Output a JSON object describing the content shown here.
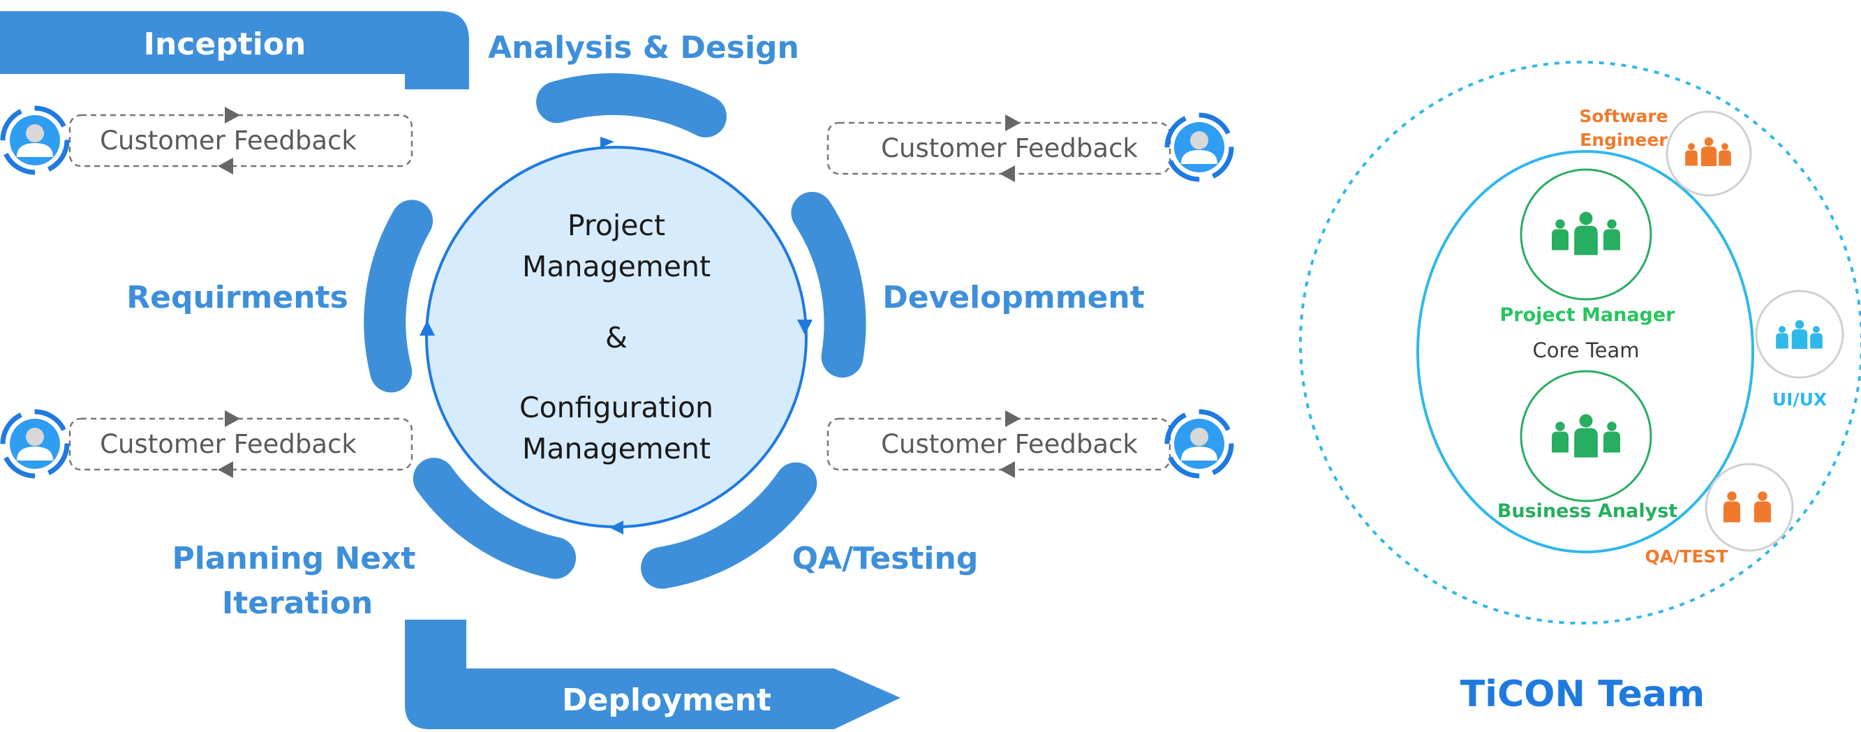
{
  "process": {
    "inception": "Inception",
    "analysis_design": "Analysis & Design",
    "requirements": "Requirments",
    "development": "Developmment",
    "planning_line1": "Planning Next",
    "planning_line2": "Iteration",
    "qa_testing": "QA/Testing",
    "deployment": "Deployment",
    "center_line1": "Project",
    "center_line2": "Management",
    "center_amp": "&",
    "center_line3": "Configuration",
    "center_line4": "Management"
  },
  "feedback": {
    "top_left": "Customer Feedback",
    "top_right": "Customer Feedback",
    "bottom_left": "Customer Feedback",
    "bottom_right": "Customer Feedback"
  },
  "team": {
    "title": "TiCON Team",
    "core_team": "Core Team",
    "project_manager": "Project Manager",
    "business_analyst": "Business Analyst",
    "software_engineer_line1": "Software",
    "software_engineer_line2": "Engineer",
    "ui_ux": "UI/UX",
    "qa_test": "QA/TEST"
  },
  "colors": {
    "primary_blue": "#3d8fda",
    "light_blue_fill": "#d6ebfb",
    "cyan": "#2fb8ea",
    "green": "#27ae60",
    "orange": "#f07a2c",
    "feedback_gray": "#5a5a5a"
  }
}
